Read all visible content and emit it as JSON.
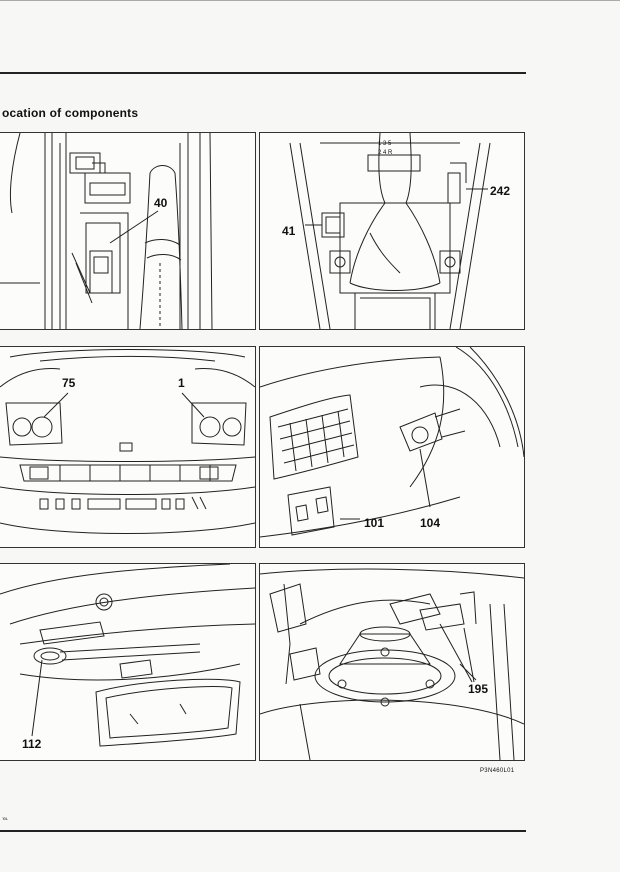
{
  "header": {
    "title": "ocation of components"
  },
  "callouts": {
    "c40": "40",
    "c41": "41",
    "c242": "242",
    "c75": "75",
    "c1": "1",
    "c101": "101",
    "c104": "104",
    "c112": "112",
    "c195": "195"
  },
  "gear_pattern": {
    "top": "1 3 5",
    "bottom": "2 4 R"
  },
  "figure_code": "P3N460L01",
  "footer_mark": "'l0L"
}
